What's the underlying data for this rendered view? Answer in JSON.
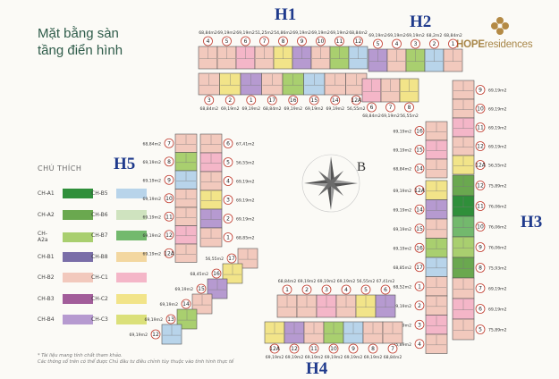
{
  "header": {
    "title": "Mặt bằng sàn\ntầng điển hình",
    "logo_text_bold": "HOPE",
    "logo_text_rest": "residences"
  },
  "buildings": {
    "h1": "H1",
    "h2": "H2",
    "h3": "H3",
    "h4": "H4",
    "h5": "H5"
  },
  "compass_label": "B",
  "legend": {
    "title": "CHÚ THÍCH",
    "items": [
      {
        "label": "CH-A1",
        "color": "#2f8f3a"
      },
      {
        "label": "CH-A2",
        "color": "#6aa84f"
      },
      {
        "label": "CH-A2a",
        "color": "#a9cf6f"
      },
      {
        "label": "CH-B1",
        "color": "#7a6ea8"
      },
      {
        "label": "CH-B2",
        "color": "#f2c9bd"
      },
      {
        "label": "CH-B3",
        "color": "#a25d9a"
      },
      {
        "label": "CH-B4",
        "color": "#b69ad0"
      },
      {
        "label": "CH-B5",
        "color": "#b8d4ea"
      },
      {
        "label": "CH-B6",
        "color": "#cfe3bf"
      },
      {
        "label": "CH-B7",
        "color": "#73b96d"
      },
      {
        "label": "CH-B8",
        "color": "#f3d7a0"
      },
      {
        "label": "CH-C1",
        "color": "#f4b6c8"
      },
      {
        "label": "CH-C2",
        "color": "#f2e489"
      },
      {
        "label": "CH-C3",
        "color": "#dbe07a"
      }
    ]
  },
  "note": "* Tài liệu mang tính chất tham khảo.\nCác thông số trên có thể được Chủ đầu tư điều chỉnh tùy thuộc vào tình hình thực tế",
  "plan": {
    "h1_top": [
      {
        "n": "4",
        "a": "68,84m2"
      },
      {
        "n": "5",
        "a": "69,19m2"
      },
      {
        "n": "6",
        "a": "69,19m2"
      },
      {
        "n": "7",
        "a": "51,25m2"
      },
      {
        "n": "8",
        "a": "54,86m2"
      },
      {
        "n": "9",
        "a": "69,19m2"
      },
      {
        "n": "10",
        "a": "69,19m2"
      },
      {
        "n": "11",
        "a": "69,19m2"
      },
      {
        "n": "12",
        "a": "68,84m2"
      }
    ],
    "h1_bottom": [
      {
        "n": "3",
        "a": "68,84m2"
      },
      {
        "n": "2",
        "a": "69,19m2"
      },
      {
        "n": "1",
        "a": "69,19m2"
      },
      {
        "n": "17",
        "a": "68,84m2"
      },
      {
        "n": "16",
        "a": "69,19m2"
      },
      {
        "n": "15",
        "a": "69,19m2"
      },
      {
        "n": "14",
        "a": "69,19m2"
      },
      {
        "n": "12A",
        "a": "56,55m2"
      }
    ],
    "h2_top": [
      {
        "n": "5",
        "a": "69,19m2"
      },
      {
        "n": "4",
        "a": "69,19m2"
      },
      {
        "n": "3",
        "a": "69,19m2"
      },
      {
        "n": "2",
        "a": "68,2m2"
      },
      {
        "n": "1",
        "a": "68,84m2"
      }
    ],
    "h2_bottom": [
      {
        "n": "6",
        "a": "68,84m2"
      },
      {
        "n": "7",
        "a": "69,19m2"
      },
      {
        "n": "8",
        "a": "56,55m2"
      }
    ],
    "h2_mid": [
      {
        "n": "16",
        "a": "69,19m2"
      },
      {
        "n": "15",
        "a": "69,19m2"
      },
      {
        "n": "14",
        "a": "68,84m2"
      }
    ],
    "h2_right": [
      {
        "n": "9",
        "a": "69,19m2"
      },
      {
        "n": "10",
        "a": "69,19m2"
      },
      {
        "n": "11",
        "a": "69,19m2"
      },
      {
        "n": "12",
        "a": "69,19m2"
      },
      {
        "n": "12A",
        "a": "56,55m2"
      }
    ],
    "h3_left": [
      {
        "n": "12A",
        "a": "69,19m2"
      },
      {
        "n": "14",
        "a": "69,19m2"
      },
      {
        "n": "15",
        "a": "69,19m2"
      },
      {
        "n": "16",
        "a": "69,19m2"
      },
      {
        "n": "17",
        "a": "68,85m2"
      },
      {
        "n": "1",
        "a": "68,52m2"
      },
      {
        "n": "2",
        "a": "69,19m2"
      },
      {
        "n": "3",
        "a": "69,19m2"
      },
      {
        "n": "4",
        "a": "75,89m2"
      }
    ],
    "h3_right": [
      {
        "n": "12",
        "a": "75,89m2"
      },
      {
        "n": "11",
        "a": "76,06m2"
      },
      {
        "n": "10",
        "a": "76,06m2"
      },
      {
        "n": "9",
        "a": "76,06m2"
      },
      {
        "n": "8",
        "a": "75,93m2"
      },
      {
        "n": "7",
        "a": "69,19m2"
      },
      {
        "n": "6",
        "a": "69,19m2"
      },
      {
        "n": "5",
        "a": "75,89m2"
      }
    ],
    "h5_left": [
      {
        "n": "7",
        "a": "68,84m2"
      },
      {
        "n": "8",
        "a": "69,19m2"
      },
      {
        "n": "9",
        "a": "69,19m2"
      },
      {
        "n": "10",
        "a": "69,19m2"
      },
      {
        "n": "11",
        "a": "69,19m2"
      },
      {
        "n": "12",
        "a": "69,19m2"
      },
      {
        "n": "12A",
        "a": "69,19m2"
      }
    ],
    "h5_right": [
      {
        "n": "6",
        "a": "67,41m2"
      },
      {
        "n": "5",
        "a": "56,55m2"
      },
      {
        "n": "4",
        "a": "69,19m2"
      },
      {
        "n": "3",
        "a": "69,19m2"
      },
      {
        "n": "2",
        "a": "69,19m2"
      },
      {
        "n": "1",
        "a": "68,85m2"
      }
    ],
    "h5_diag": [
      {
        "n": "17",
        "a": "56,55m2"
      },
      {
        "n": "16",
        "a": "68,45m2"
      },
      {
        "n": "15",
        "a": "69,19m2"
      },
      {
        "n": "14",
        "a": "69,19m2"
      },
      {
        "n": "13",
        "a": "69,19m2"
      },
      {
        "n": "12",
        "a": "69,19m2"
      }
    ],
    "h4_top": [
      {
        "n": "1",
        "a": "68,84m2"
      },
      {
        "n": "2",
        "a": "69,19m2"
      },
      {
        "n": "3",
        "a": "69,19m2"
      },
      {
        "n": "4",
        "a": "69,19m2"
      },
      {
        "n": "5",
        "a": "56,55m2"
      },
      {
        "n": "6",
        "a": "67,41m2"
      }
    ],
    "h4_bottom": [
      {
        "n": "12A",
        "a": "69,19m2"
      },
      {
        "n": "12",
        "a": "69,19m2"
      },
      {
        "n": "11",
        "a": "69,19m2"
      },
      {
        "n": "10",
        "a": "69,19m2"
      },
      {
        "n": "9",
        "a": "69,19m2"
      },
      {
        "n": "8",
        "a": "69,19m2"
      },
      {
        "n": "7",
        "a": "68,84m2"
      }
    ]
  }
}
